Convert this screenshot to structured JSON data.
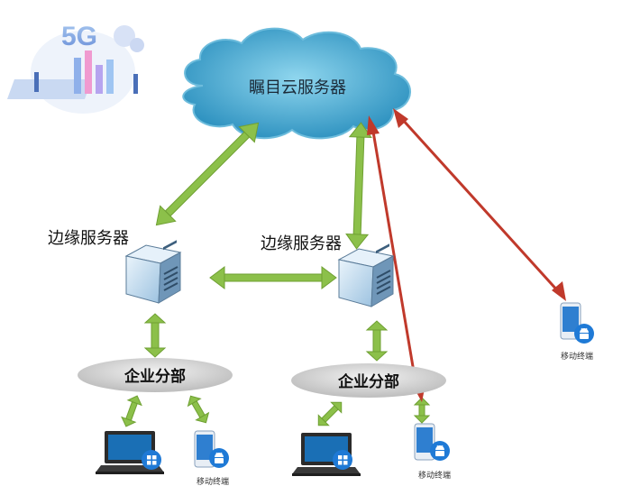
{
  "cloud": {
    "label": "瞩目云服务器",
    "color": "#3ea3c9"
  },
  "edge_servers": [
    {
      "label": "边缘服务器"
    },
    {
      "label": "边缘服务器"
    }
  ],
  "branches": [
    {
      "label": "企业分部"
    },
    {
      "label": "企业分部"
    }
  ],
  "mobile_terminals": [
    {
      "label": "移动终端"
    },
    {
      "label": "移动终端"
    },
    {
      "label": "移动终端"
    }
  ],
  "logo": {
    "text": "5G"
  },
  "colors": {
    "green_arrow": "#8cc04a",
    "red_arrow": "#c0392b",
    "server_body": "#cfe3f2",
    "laptop_screen": "#1a6fb5"
  },
  "icons": [
    "server-icon",
    "laptop-icon",
    "mobile-phone-icon",
    "windows-icon",
    "android-icon",
    "cloud-icon"
  ]
}
